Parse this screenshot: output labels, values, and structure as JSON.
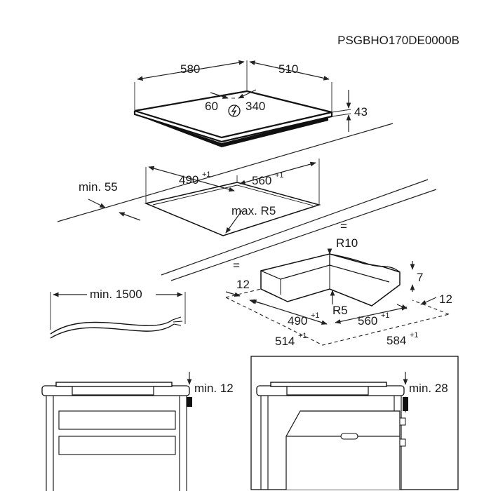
{
  "product_code": "PSGBHO170DE0000B",
  "hob": {
    "width": "580",
    "depth": "510",
    "height": "43",
    "connection_left": "60",
    "connection_right": "340"
  },
  "cutout": {
    "min_front": "min. 55",
    "width": "490",
    "width_tol": "+1",
    "depth": "560",
    "depth_tol": "+1",
    "radius": "max. R5"
  },
  "frame": {
    "inner_radius": "R10",
    "rebate_depth": "7",
    "rebate_left": "12",
    "rebate_right": "12",
    "inner_corner_radius": "R5",
    "inner_width": "490",
    "inner_width_tol": "+1",
    "inner_depth": "560",
    "inner_depth_tol": "+1",
    "outer_width": "514",
    "outer_width_tol": "+1",
    "outer_depth": "584",
    "outer_depth_tol": "+1"
  },
  "cable": {
    "min_length": "min. 1500"
  },
  "installation": {
    "drawer_clearance": "min. 12",
    "oven_clearance": "min. 28"
  }
}
